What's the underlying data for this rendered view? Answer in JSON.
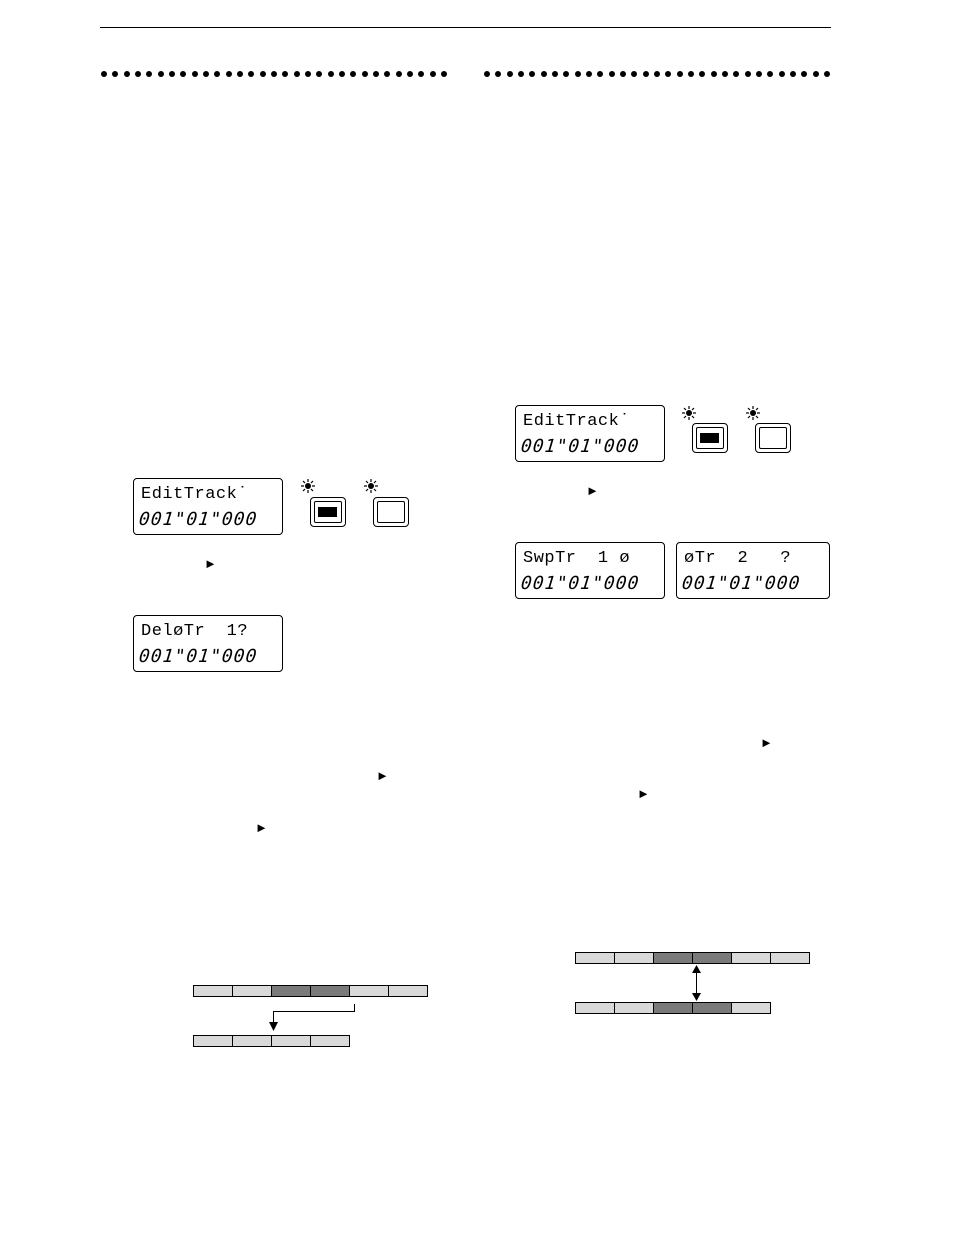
{
  "lcd_displays": [
    {
      "line1": "EditTrack˙",
      "line2": "001\"01\"000"
    },
    {
      "line1": "DeløTr  1?",
      "line2": "001\"01\"000"
    },
    {
      "line1": "EditTrack˙",
      "line2": "001\"01\"000"
    },
    {
      "line1": "SwpTr  1 ø",
      "line2": "001\"01\"000"
    },
    {
      "line1": "øTr  2   ?",
      "line2": "001\"01\"000"
    }
  ],
  "icons": {
    "arrow": "play-arrow-icon",
    "led": "led-blink-icon"
  },
  "arrow_glyph": "►",
  "colors": {
    "light_segment": "#d9d9d9",
    "dark_segment": "#7a7a7a"
  }
}
